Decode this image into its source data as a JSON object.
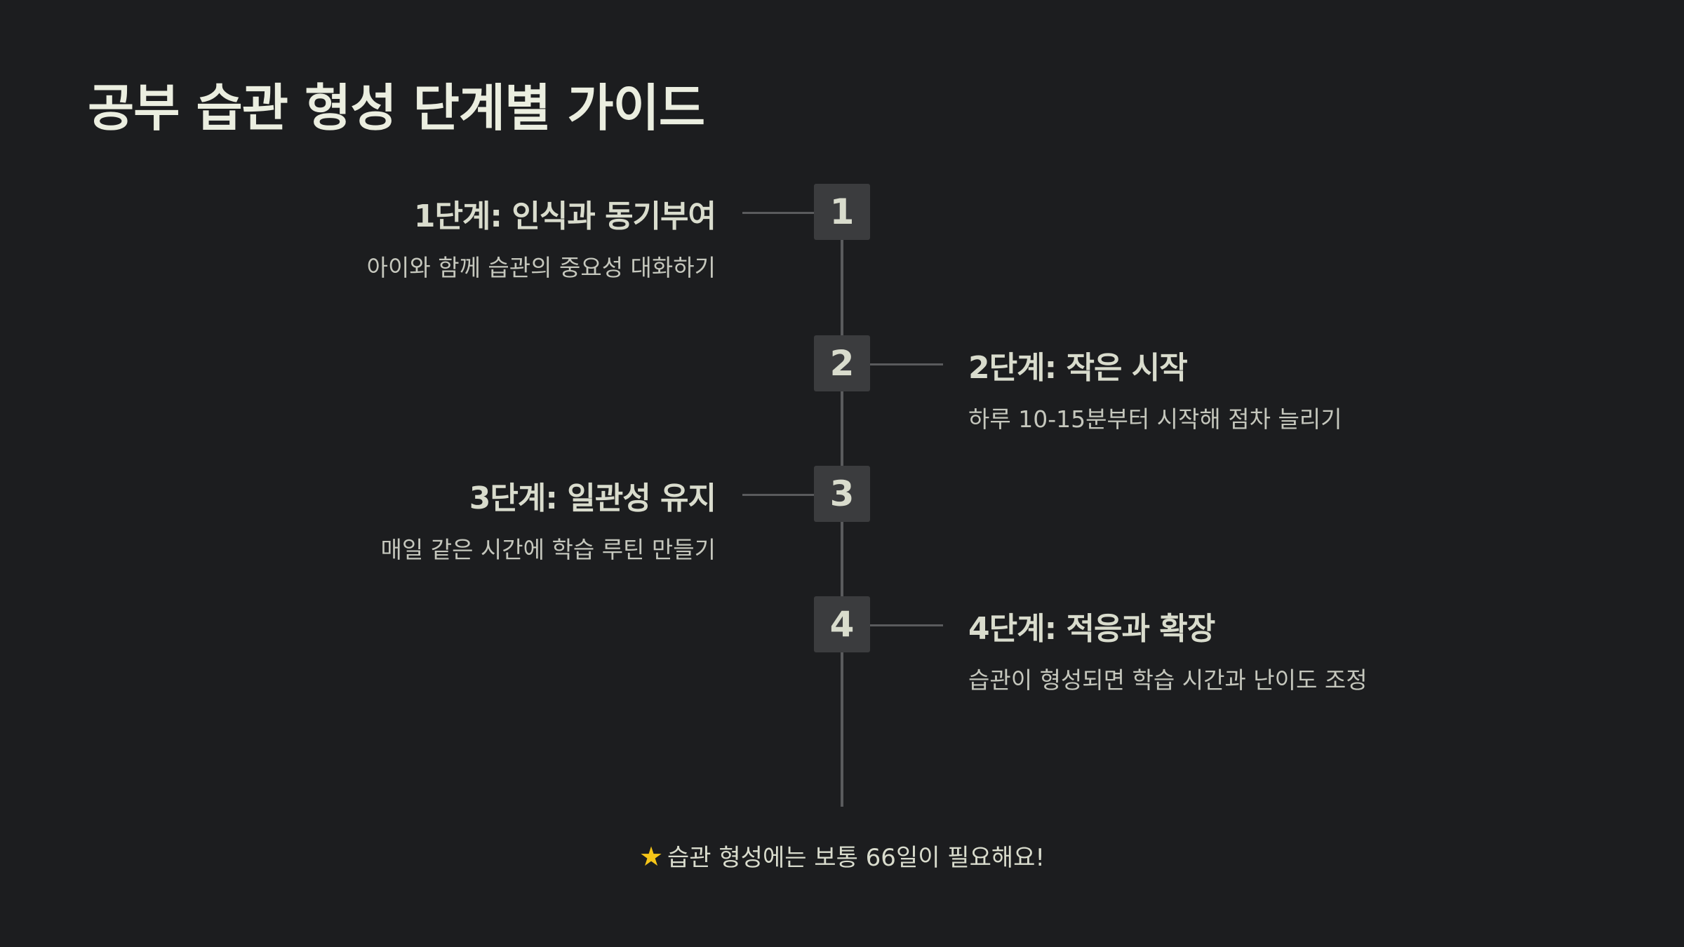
{
  "title": "공부 습관 형성 단계별 가이드",
  "steps": [
    {
      "number": "1",
      "heading": "1단계: 인식과 동기부여",
      "description": "아이와 함께 습관의 중요성 대화하기",
      "side": "left"
    },
    {
      "number": "2",
      "heading": "2단계: 작은 시작",
      "description": "하루 10-15분부터 시작해 점차 늘리기",
      "side": "right"
    },
    {
      "number": "3",
      "heading": "3단계: 일관성 유지",
      "description": "매일 같은 시간에 학습 루틴 만들기",
      "side": "left"
    },
    {
      "number": "4",
      "heading": "4단계: 적응과 확장",
      "description": "습관이 형성되면 학습 시간과 난이도 조정",
      "side": "right"
    }
  ],
  "footer": {
    "icon": "star-icon",
    "text": "습관 형성에는 보통 66일이 필요해요!"
  },
  "colors": {
    "background": "#1c1d1f",
    "title": "#ebeee0",
    "box": "#3b3c3e",
    "line": "#5a5b5d",
    "star": "#f5c518"
  }
}
